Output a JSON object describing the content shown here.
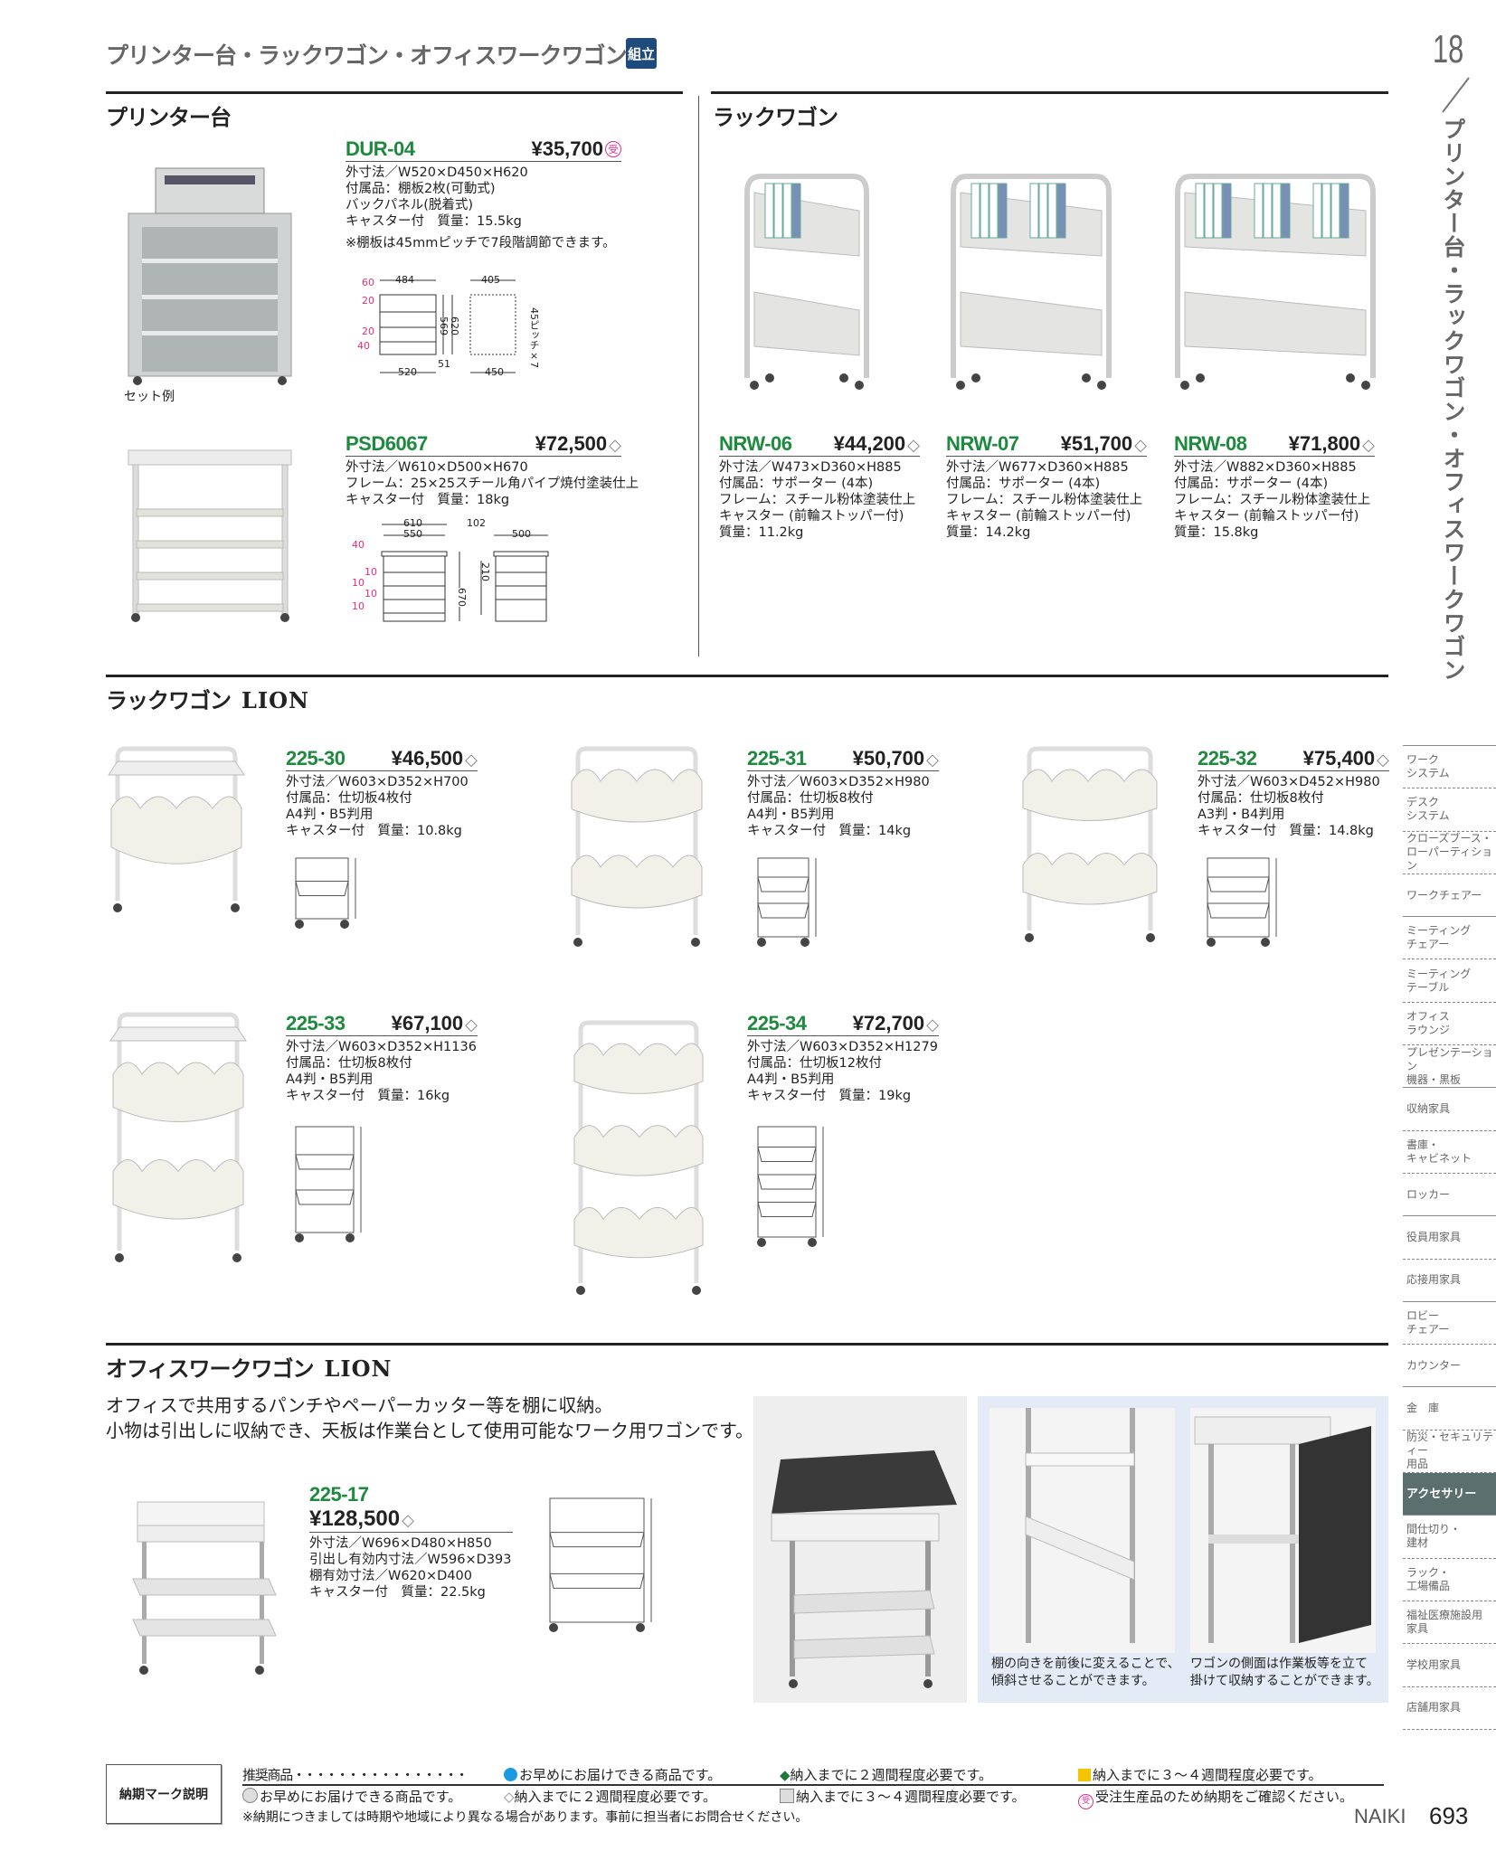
{
  "header": {
    "title": "プリンター台・ラックワゴン・オフィスワークワゴン",
    "badge": "組立",
    "page_tab": "18",
    "vertical_title": "プリンター台・ラックワゴン・オフィスワークワゴン"
  },
  "sections": {
    "printer": "プリンター台",
    "rack": "ラックワゴン",
    "lion_rack": "ラックワゴン",
    "lion_rack_brand": "LION",
    "office": "オフィスワークワゴン",
    "office_brand": "LION"
  },
  "set_example": "セット例",
  "products": {
    "dur04": {
      "code": "DUR-04",
      "price": "¥35,700",
      "mark": "受",
      "specs": [
        "外寸法／W520×D450×H620",
        "付属品：棚板2枚(可動式)",
        "バックパネル(脱着式)",
        "キャスター付　質量：15.5kg"
      ],
      "note": "※棚板は45mmピッチで7段階調節できます。"
    },
    "psd6067": {
      "code": "PSD6067",
      "price": "¥72,500",
      "mark": "◇",
      "specs": [
        "外寸法／W610×D500×H670",
        "フレーム：25×25スチール角パイプ焼付塗装仕上",
        "キャスター付　質量：18kg"
      ]
    },
    "nrw06": {
      "code": "NRW-06",
      "price": "¥44,200",
      "mark": "◇",
      "specs": [
        "外寸法／W473×D360×H885",
        "付属品：サポーター (4本)",
        "フレーム：スチール粉体塗装仕上",
        "キャスター (前輪ストッパー付)",
        "質量：11.2kg"
      ]
    },
    "nrw07": {
      "code": "NRW-07",
      "price": "¥51,700",
      "mark": "◇",
      "specs": [
        "外寸法／W677×D360×H885",
        "付属品：サポーター (4本)",
        "フレーム：スチール粉体塗装仕上",
        "キャスター (前輪ストッパー付)",
        "質量：14.2kg"
      ]
    },
    "nrw08": {
      "code": "NRW-08",
      "price": "¥71,800",
      "mark": "◇",
      "specs": [
        "外寸法／W882×D360×H885",
        "付属品：サポーター (4本)",
        "フレーム：スチール粉体塗装仕上",
        "キャスター (前輪ストッパー付)",
        "質量：15.8kg"
      ]
    },
    "l22530": {
      "code": "225-30",
      "price": "¥46,500",
      "mark": "◇",
      "specs": [
        "外寸法／W603×D352×H700",
        "付属品：仕切板4枚付",
        "A4判・B5判用",
        "キャスター付　質量：10.8kg"
      ]
    },
    "l22531": {
      "code": "225-31",
      "price": "¥50,700",
      "mark": "◇",
      "specs": [
        "外寸法／W603×D352×H980",
        "付属品：仕切板8枚付",
        "A4判・B5判用",
        "キャスター付　質量：14kg"
      ]
    },
    "l22532": {
      "code": "225-32",
      "price": "¥75,400",
      "mark": "◇",
      "specs": [
        "外寸法／W603×D452×H980",
        "付属品：仕切板8枚付",
        "A3判・B4判用",
        "キャスター付　質量：14.8kg"
      ]
    },
    "l22533": {
      "code": "225-33",
      "price": "¥67,100",
      "mark": "◇",
      "specs": [
        "外寸法／W603×D352×H1136",
        "付属品：仕切板8枚付",
        "A4判・B5判用",
        "キャスター付　質量：16kg"
      ]
    },
    "l22534": {
      "code": "225-34",
      "price": "¥72,700",
      "mark": "◇",
      "specs": [
        "外寸法／W603×D352×H1279",
        "付属品：仕切板12枚付",
        "A4判・B5判用",
        "キャスター付　質量：19kg"
      ]
    },
    "l22517": {
      "code": "225-17",
      "price": "¥128,500",
      "mark": "◇",
      "specs": [
        "外寸法／W696×D480×H850",
        "引出し有効内寸法／W596×D393",
        "棚有効寸法／W620×D400",
        "キャスター付　質量：22.5kg"
      ]
    }
  },
  "dur_dims": {
    "w1": "484",
    "w2": "405",
    "a": "60",
    "b": "20",
    "c": "20",
    "d": "40",
    "h1": "569",
    "h2": "620",
    "e": "51",
    "w3": "520",
    "w4": "450",
    "pitch": "45ピッチ×7"
  },
  "psd_dims": {
    "w1": "610",
    "w2": "550",
    "t": "102",
    "d": "500",
    "a": "40",
    "b": "10",
    "c": "10",
    "e": "10",
    "f": "10",
    "h1": "210",
    "h2": "670"
  },
  "office_desc": [
    "オフィスで共用するパンチやペーパーカッター等を棚に収納。",
    "小物は引出しに収納でき、天板は作業台として使用可能なワーク用ワゴンです。"
  ],
  "captions": [
    [
      "棚の向きを前後に変えることで、",
      "傾斜させることができます。"
    ],
    [
      "ワゴンの側面は作業板等を立て",
      "掛けて収納することができます。"
    ]
  ],
  "sidebar": [
    "ワーク\nシステム",
    "デスク\nシステム",
    "クローズブース・\nローパーティション",
    "ワークチェアー",
    "ミーティング\nチェアー",
    "ミーティング\nテーブル",
    "オフィス\nラウンジ",
    "プレゼンテーション\n機器・黒板",
    "収納家具",
    "書庫・\nキャビネット",
    "ロッカー",
    "役員用家具",
    "応接用家具",
    "ロビー\nチェアー",
    "カウンター",
    "金　庫",
    "防災・セキュリティー\n用品",
    "アクセサリー",
    "間仕切り・\n建材",
    "ラック・\n工場備品",
    "福祉医療施設用\n家具",
    "学校用家具",
    "店舗用家具"
  ],
  "sidebar_active": "アクセサリー",
  "footer": {
    "box": "納期マーク説明",
    "recommended": "推 奨 商 品 ・・・・・・・・・・・・・・・・",
    "r1": [
      "お早めにお届けできる商品です。",
      "納入までに２週間程度必要です。",
      "納入までに３～４週間程度必要です。"
    ],
    "r2": [
      "お早めにお届けできる商品です。",
      "納入までに２週間程度必要です。",
      "納入までに３～４週間程度必要です。",
      "受注生産品のため納期をご確認ください。"
    ],
    "note": "※納期につきましては時期や地域により異なる場合があります。事前に担当者にお問合せください。",
    "brand": "NAIKI",
    "page": "693"
  },
  "colors": {
    "code_green": "#1d8a3e",
    "badge_blue": "#1f4a7c",
    "active_tab": "#5a6f6e",
    "mark_pink": "#e0308a",
    "blue_dot": "#1a9ae0",
    "green_diamond": "#1d7a3a",
    "yellow_sq": "#f5c400"
  }
}
